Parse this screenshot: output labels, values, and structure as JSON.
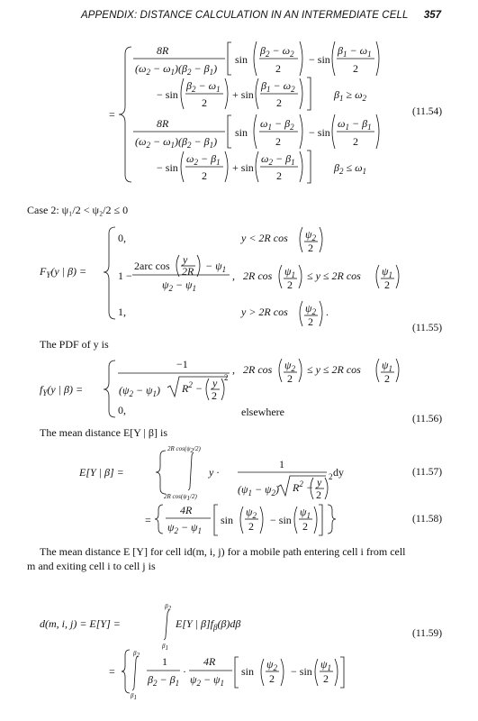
{
  "header": {
    "title": "APPENDIX: DISTANCE CALCULATION IN AN INTERMEDIATE CELL",
    "page_number": "357"
  },
  "text": {
    "case2": "Case 2: ψ₁/2 < ψ₂/2 ≤ 0",
    "pdf_intro": "The PDF of y is",
    "mean_intro": "The mean distance E[Y | β] is",
    "cell_intro_line1": "The mean distance E [Y] for cell id(m, i, j) for a mobile path entering cell i from cell",
    "cell_intro_line2": "m and exiting cell i to cell j is",
    "elsewhere": "elsewhere"
  },
  "equation_numbers": {
    "eq1154": "(11.54)",
    "eq1155": "(11.55)",
    "eq1156": "(11.56)",
    "eq1157": "(11.57)",
    "eq1158": "(11.58)",
    "eq1159": "(11.59)"
  }
}
